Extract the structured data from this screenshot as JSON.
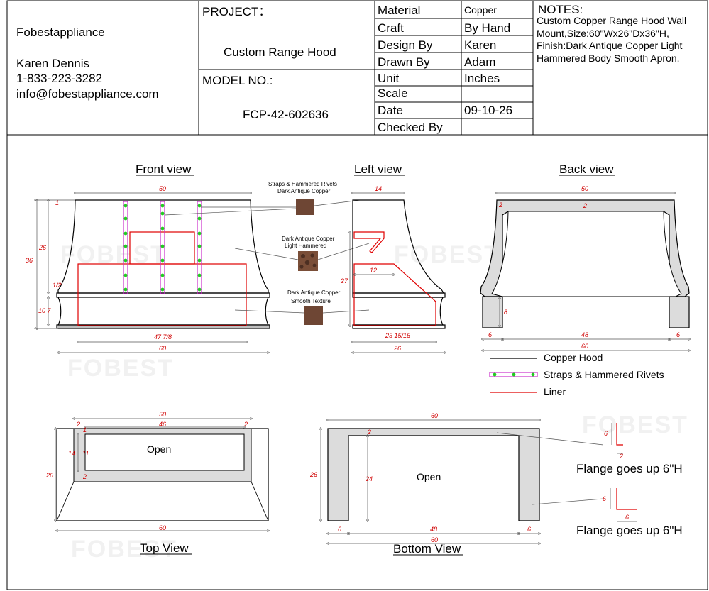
{
  "company": {
    "name": "Fobestappliance",
    "contact": "Karen Dennis",
    "phone": "1-833-223-3282",
    "email": "info@fobestappliance.com"
  },
  "project": {
    "label": "PROJECT：",
    "value": "Custom Range Hood",
    "model_label": "MODEL NO.:",
    "model_value": "FCP-42-602636"
  },
  "specs": [
    {
      "label": "Material",
      "value": "Copper"
    },
    {
      "label": "Craft",
      "value": "By Hand"
    },
    {
      "label": "Design By",
      "value": "Karen"
    },
    {
      "label": "Drawn By",
      "value": "Adam"
    },
    {
      "label": "Unit",
      "value": "Inches"
    },
    {
      "label": "Scale",
      "value": ""
    },
    {
      "label": "Date",
      "value": "09-10-26"
    },
    {
      "label": "Checked By",
      "value": ""
    }
  ],
  "notes": {
    "title": "NOTES:",
    "lines": [
      "Custom Copper Range Hood Wall",
      "Mount,Size:60\"Wx26\"Dx36\"H,",
      "Finish:Dark Antique Copper Light",
      "Hammered Body Smooth Apron."
    ]
  },
  "views": {
    "front": "Front view",
    "left": "Left view",
    "back": "Back view",
    "top": "Top View",
    "bottom": "Bottom View"
  },
  "callouts": {
    "straps": [
      "Straps & Hammered Rivets",
      "Dark Antique Copper"
    ],
    "hammered": [
      "Dark Antique Copper",
      "Light Hammered"
    ],
    "smooth": [
      "Dark Antique Copper",
      "Smooth Texture"
    ]
  },
  "legend": {
    "hood": "Copper Hood",
    "straps": "Straps & Hammered Rivets",
    "liner": "Liner"
  },
  "open_label": "Open",
  "flange_label": "Flange goes up 6\"H",
  "watermark": "FOBEST",
  "colors": {
    "liner": "#e00000",
    "strap": "#cc33cc",
    "rivet": "#22cc22",
    "swatch": "#6e4634",
    "panel": "#dcdcdc"
  },
  "dims": {
    "front_top": "50",
    "front_bottom": "60",
    "front_liner": "47 7/8",
    "front_h_total": "36",
    "front_h_body": "26",
    "front_h_apron": "10 7",
    "front_step": "1/2",
    "front_corner": "1",
    "left_top": "14",
    "left_bottom": "26",
    "left_liner": "23 15/16",
    "left_h": "27",
    "left_liner_step": "12",
    "back_top": "50",
    "back_wall": "2",
    "back_wall2": "2",
    "back_bottom": "60",
    "back_inner": "48",
    "back_side_l": "6",
    "back_side_r": "6",
    "back_h": "8",
    "top_w50": "50",
    "top_w46": "46",
    "top_w60": "60",
    "top_d26": "26",
    "top_d14": "14",
    "top_d11": "11",
    "top_c1": "2",
    "top_c2": "2",
    "top_c3": "2",
    "top_c4": "1",
    "bot_w60": "60",
    "bot_w48": "48",
    "bot_d26": "26",
    "bot_d24": "24",
    "bot_s6l": "6",
    "bot_s6r": "6",
    "bot_wall": "2",
    "bot_w60b": "60",
    "fl1_h": "6",
    "fl1_w": "2",
    "fl2_h": "6",
    "fl2_w": "6"
  }
}
